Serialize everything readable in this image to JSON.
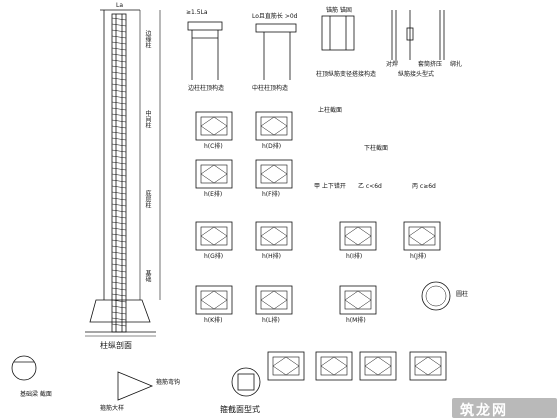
{
  "drawing": {
    "column_section_title": "柱纵剖面",
    "column_top_labels": [
      "La",
      "≥1.5La"
    ],
    "top_detail_labels": {
      "side_column_top": "边柱柱顶构造",
      "middle_column_top": "中柱柱顶构造",
      "column_top_rebar_change": "柱顶纵筋变径搭接构造",
      "rebar_joint_forms": "纵筋接头型式",
      "anchor_note": "Lo且直筋长 >0d",
      "bar_note": "锚筋 锚固",
      "joint_types": [
        "对焊",
        "套筒挤压",
        "绑扎"
      ]
    },
    "column_side_labels": [
      "边缘柱",
      "中间柱",
      "底层柱",
      "基础"
    ],
    "section_labels": [
      "h(C排)",
      "h(D排)",
      "h(E排)",
      "h(F排)",
      "h(G排)",
      "h(H排)",
      "h(I排)",
      "h(J排)",
      "h(K排)",
      "h(L排)",
      "h(M排)"
    ],
    "offset_labels": [
      "甲 上下错开",
      "乙 c<6d",
      "丙 c≥6d",
      "上柱截面",
      "下柱截面"
    ],
    "bottom_labels": {
      "grade_beam_note": "基础梁 截面",
      "stirrup_detail": "箍筋大样",
      "stirrup_hook": "箍筋弯钩",
      "section_forms": "箍截面型式",
      "circle_label": "圆柱"
    },
    "watermark": "筑龙网"
  }
}
